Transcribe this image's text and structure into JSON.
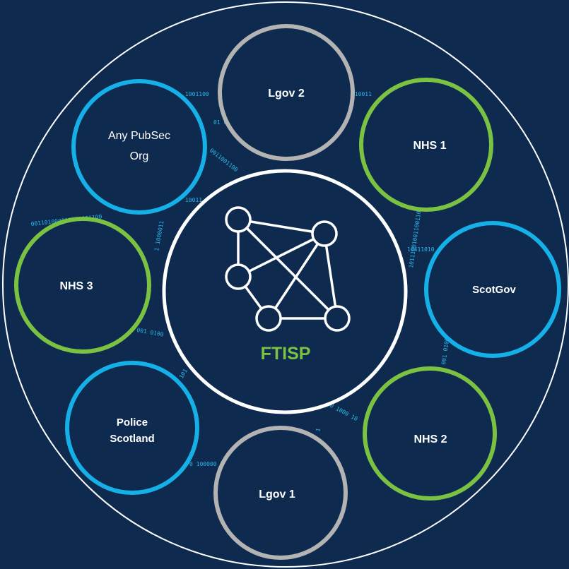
{
  "colors": {
    "background": "#0f2a4f",
    "outline": "#ffffff",
    "blue_ring": "#16b0e8",
    "green_ring": "#7cc242",
    "grey_ring": "#b3b3b3",
    "hub_text": "#7cc242",
    "binary_text": "#2bb6e8"
  },
  "hub": {
    "label": "FTISP",
    "icon": "network-graph-icon"
  },
  "nodes": {
    "lgov2": {
      "label": "Lgov 2"
    },
    "anypub": {
      "line1": "Any PubSec",
      "line2": "Org"
    },
    "nhs1": {
      "label": "NHS 1"
    },
    "nhs3": {
      "label": "NHS 3"
    },
    "scotgov": {
      "label": "ScotGov"
    },
    "police": {
      "line1": "Police",
      "line2": "Scotland"
    },
    "nhs2": {
      "label": "NHS 2"
    },
    "lgov1": {
      "label": "Lgov 1"
    }
  },
  "binary": {
    "b1": "1001100",
    "b2": "010011",
    "b3": "01 0",
    "b4": "0011001100",
    "b5": "10011",
    "b6": "001101000011100001100",
    "b7": "1 1000011",
    "b8": "101110010011001100",
    "b9": "10411010",
    "b10": "001 0100",
    "b11": "001 0100",
    "b12": "0 1000 10",
    "b13": "0 100000",
    "b14": "101",
    "b15": "1"
  }
}
